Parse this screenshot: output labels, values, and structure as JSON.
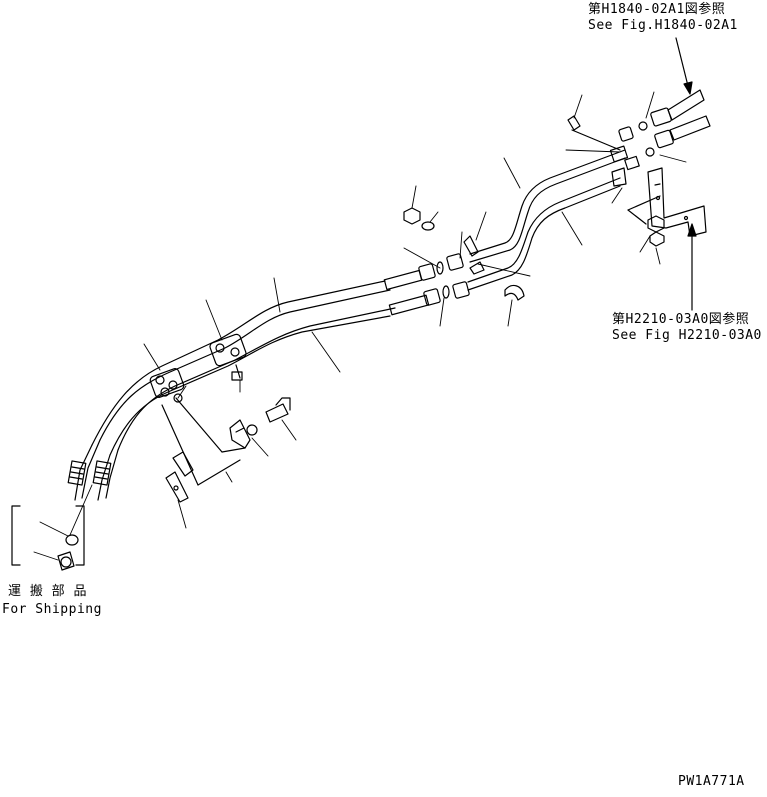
{
  "references": {
    "top_right": {
      "line1": "第H1840-02A1図参照",
      "line2": "See Fig.H1840-02A1"
    },
    "bracket": {
      "line1": "第H2210-03A0図参照",
      "line2": "See Fig H2210-03A0"
    }
  },
  "shipping": {
    "line1": "運 搬 部 品",
    "line2": "For Shipping"
  },
  "figure_code": "PW1A771A",
  "colors": {
    "ink": "#000000",
    "paper": "#ffffff"
  }
}
